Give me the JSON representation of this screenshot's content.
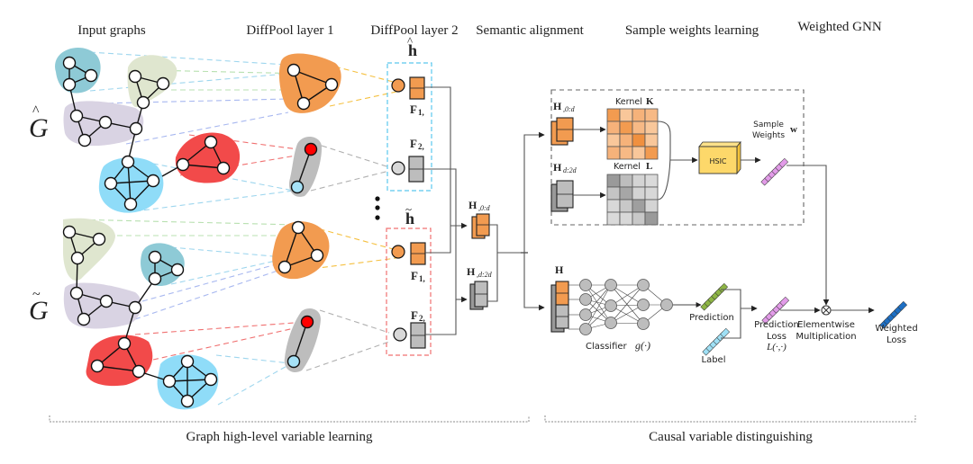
{
  "stage_titles": {
    "input_graphs": "Input graphs",
    "diffpool_1": "DiffPool layer 1",
    "diffpool_2": "DiffPool layer 2",
    "semantic_alignment": "Semantic alignment",
    "sample_weights_learning": "Sample weights learning",
    "weighted_gnn": "Weighted GNN"
  },
  "graph_labels": {
    "g_hat": "G",
    "g_tilde": "G"
  },
  "pooled": {
    "h_hat": "h",
    "h_tilde": "h",
    "f1_hat": "F",
    "f1_hat_sub": "1,",
    "f2_hat": "F",
    "f2_hat_sub": "2,",
    "f1_tilde": "F",
    "f1_tilde_sub": "1,",
    "f2_tilde": "F",
    "f2_tilde_sub": "2,",
    "ellipsis": "⋮"
  },
  "alignment": {
    "h_0d": "H",
    "h_0d_sub": ",0:d",
    "h_d2d": "H",
    "h_d2d_sub": ",d:2d"
  },
  "weights_box": {
    "h_0d": "H",
    "h_0d_sub": ",0:d",
    "h_d2d": "H",
    "h_d2d_sub": "d:2d",
    "kernel_k": "Kernel",
    "kernel_k_sym": "K",
    "kernel_l": "Kernel",
    "kernel_l_sym": "L",
    "hsic": "HSIC",
    "sample_weights_line1": "Sample",
    "sample_weights_line2": "Weights",
    "w_sym": "w"
  },
  "classifier": {
    "h": "H",
    "label": "Classifier",
    "fn": "g(·)"
  },
  "outputs": {
    "prediction": "Prediction",
    "label": "Label",
    "pred_loss_1": "Prediction",
    "pred_loss_2": "Loss",
    "pred_loss_fn": "L(·,·)",
    "elementwise_1": "Elementwise",
    "elementwise_2": "Multiplication",
    "weighted_loss_1": "Weighted",
    "weighted_loss_2": "Loss"
  },
  "sections": {
    "left": "Graph high-level variable learning",
    "right": "Causal variable distinguishing"
  },
  "colors": {
    "orange": "#f29b50",
    "gray": "#bdbdbd",
    "red": "#f24a4a",
    "light_blue": "#8fdcf8",
    "teal": "#8ecad6",
    "sage": "#dfe6cf",
    "lavender": "#d9d3e3",
    "hsic_yellow": "#fdd86a",
    "prediction_green": "#8db445",
    "label_blue": "#9fe0f5",
    "loss_pink": "#e29be8",
    "weighted_blue": "#1d6fc4"
  }
}
